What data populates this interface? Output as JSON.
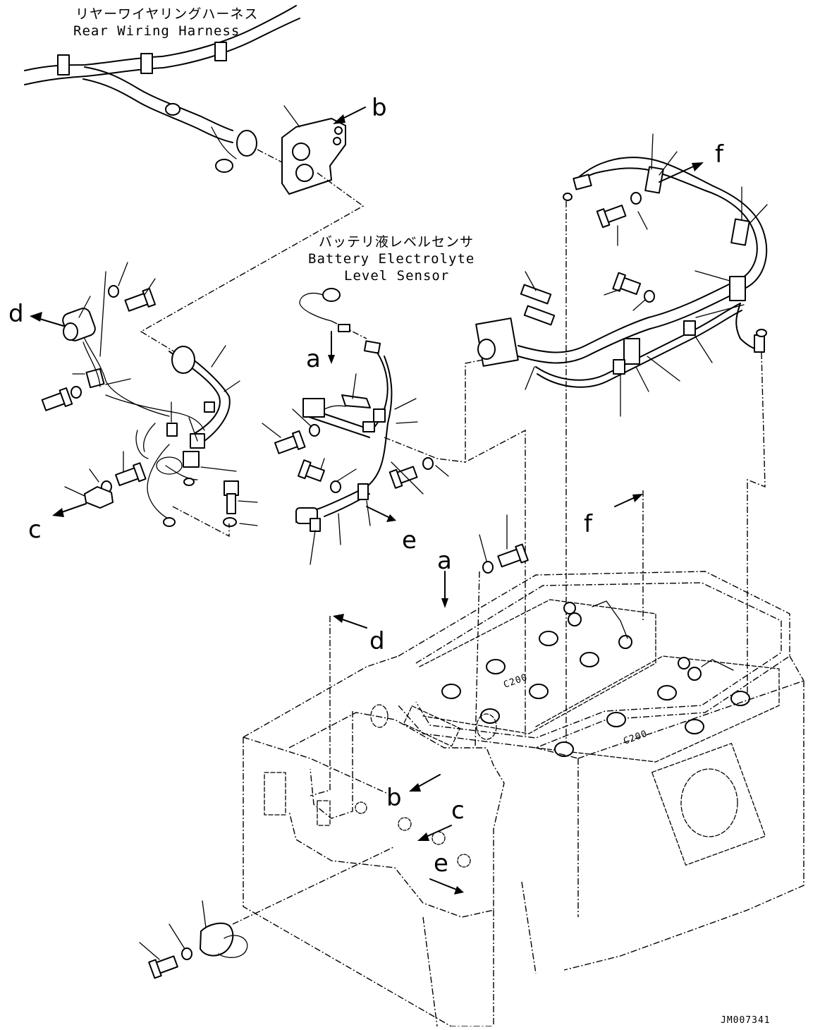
{
  "labels": {
    "rear_harness_jp": "リヤーワイヤリングハーネス",
    "rear_harness_en": "Rear Wiring Harness",
    "sensor_jp": "バッテリ液レベルセンサ",
    "sensor_en_1": "Battery Electrolyte",
    "sensor_en_2": "Level Sensor",
    "battery_mark": "C200",
    "drawing_code": "JM007341"
  },
  "callouts": {
    "a": "a",
    "b": "b",
    "c": "c",
    "d": "d",
    "e": "e",
    "f": "f"
  }
}
